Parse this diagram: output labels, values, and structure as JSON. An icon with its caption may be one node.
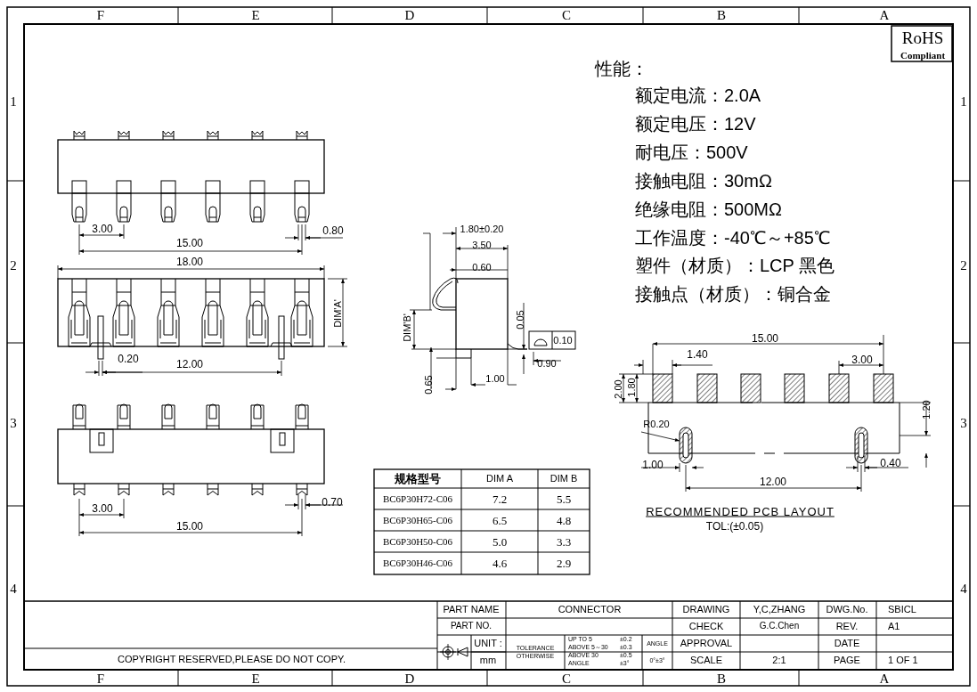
{
  "diagram": {
    "labels": [
      "F",
      "E",
      "D",
      "C",
      "B",
      "A",
      "RoHS",
      "Compliant",
      "性能：",
      "额定电流：2.0A",
      "额定电压：12V",
      "耐电压：500V",
      "接触电阻：30mΩ",
      "绝缘电阻：500MΩ",
      "工作温度：-40℃～+85℃",
      "塑件（材质）：LCP  黑色",
      "接触点（材质）：铜合金",
      "1",
      "2",
      "3",
      "4",
      "1",
      "2",
      "3",
      "4",
      "3.00",
      "15.00",
      "0.80",
      "18.00",
      "DIM'A'",
      "0.20",
      "12.00",
      "3.00",
      "15.00",
      "0.70",
      "1.80±0.20",
      "3.50",
      "0.60",
      "DIM'B'",
      "0.05",
      "0.10",
      "0.90",
      "0.65",
      "1.00",
      "15.00",
      "1.40",
      "3.00",
      "2.00",
      "1.80",
      "R0.20",
      "1.20",
      "1.00",
      "0.40",
      "12.00",
      "RECOMMENDED PCB LAYOUT",
      "TOL:(±0.05)",
      "规格型号",
      "DIM A",
      "DIM B",
      "BC6P30H72-C06",
      "7.2",
      "5.5",
      "BC6P30H65-C06",
      "6.5",
      "4.8",
      "BC6P30H50-C06",
      "5.0",
      "3.3",
      "BC6P30H46-C06",
      "4.6",
      "2.9",
      "COPYRIGHT RESERVED,PLEASE DO NOT COPY.",
      "PART NAME",
      "CONNECTOR",
      "DRAWING",
      "Y,C,ZHANG",
      "DWG.No.",
      "SBICL",
      "PART NO.",
      "CHECK",
      "G.C.Chen",
      "REV.",
      "A1",
      "UNIT :",
      "TOLERANCE OTHERWISE",
      "UP TO 5",
      "±0.2",
      "ABOVE 5～30",
      "±0.3",
      "ABOVE 30",
      "±0.5",
      "ANGLE",
      "±3°",
      "ANGLE",
      "APPROVAL",
      "DATE",
      "mm",
      "0°±3°",
      "SCALE",
      "2:1",
      "PAGE",
      "1 OF 1",
      "F",
      "E",
      "D",
      "C",
      "B",
      "A"
    ]
  }
}
